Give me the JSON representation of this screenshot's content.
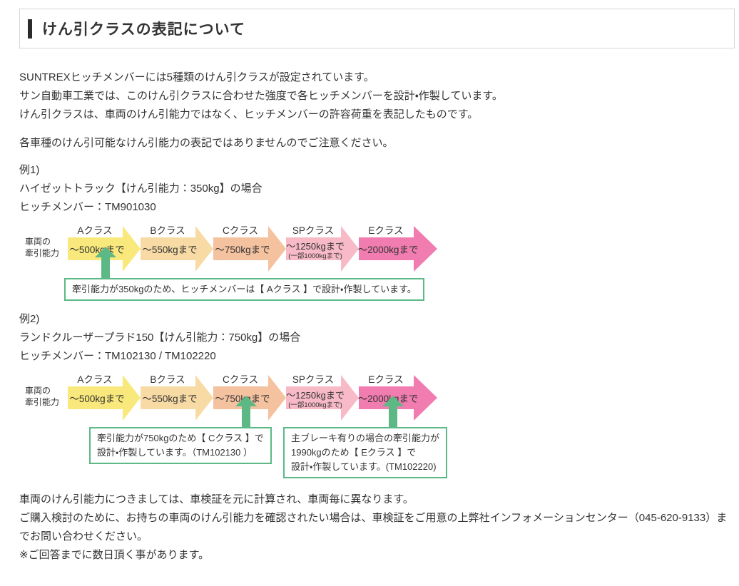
{
  "header": {
    "title": "けん引クラスの表記について"
  },
  "intro": {
    "lines": [
      "SUNTREXヒッチメンバーには5種類のけん引クラスが設定されています。",
      "サン自動車工業では、このけん引クラスに合わせた強度で各ヒッチメンバーを設計・作製しています。",
      "けん引クラスは、車両のけん引能力ではなく、ヒッチメンバーの許容荷重を表記したものです。"
    ],
    "note": "各車種のけん引可能なけん引能力の表記ではありませんのでご注意ください。"
  },
  "example1": {
    "label": "例1)",
    "vehicle": "ハイゼットトラック【けん引能力：350kg】の場合",
    "hitch": "ヒッチメンバー：TM901030",
    "callout": "牽引能力が350kgのため、ヒッチメンバーは【 Aクラス 】で設計・作製しています。"
  },
  "example2": {
    "label": "例2)",
    "vehicle": "ランドクルーザープラド150【けん引能力：750kg】の場合",
    "hitch": "ヒッチメンバー：TM102130 / TM102220",
    "callout_c": [
      "牽引能力が750kgのため【 Cクラス 】で",
      "設計・作製しています。（TM102130 ）"
    ],
    "callout_e": [
      "主ブレーキ有りの場合の牽引能力が",
      "1990kgのため【 Eクラス 】で",
      "設計・作製しています。(TM102220)"
    ]
  },
  "diagram": {
    "axis_label_line1": "車両の",
    "axis_label_line2": "牽引能力",
    "green_color": "#5cb985",
    "classes": [
      {
        "name": "Aクラス",
        "capacity": "～500kgまで",
        "sub": "",
        "color": "#f9e97c"
      },
      {
        "name": "Bクラス",
        "capacity": "～550kgまで",
        "sub": "",
        "color": "#f8dba4"
      },
      {
        "name": "Cクラス",
        "capacity": "～750kgまで",
        "sub": "",
        "color": "#f5c2a0"
      },
      {
        "name": "SPクラス",
        "capacity": "～1250kgまで",
        "sub": "(一部1000kgまで)",
        "color": "#f7bac6"
      },
      {
        "name": "Eクラス",
        "capacity": "～2000kgまで",
        "sub": "",
        "color": "#f07cb0"
      }
    ]
  },
  "footer": {
    "lines": [
      "車両のけん引能力につきましては、車検証を元に計算され、車両毎に異なります。",
      "ご購入検討のために、お持ちの車両のけん引能力を確認されたい場合は、車検証をご用意の上弊社インフォメーションセンター（045-620-9133）までお問い合わせください。",
      "※ご回答までに数日頂く事があります。"
    ]
  }
}
